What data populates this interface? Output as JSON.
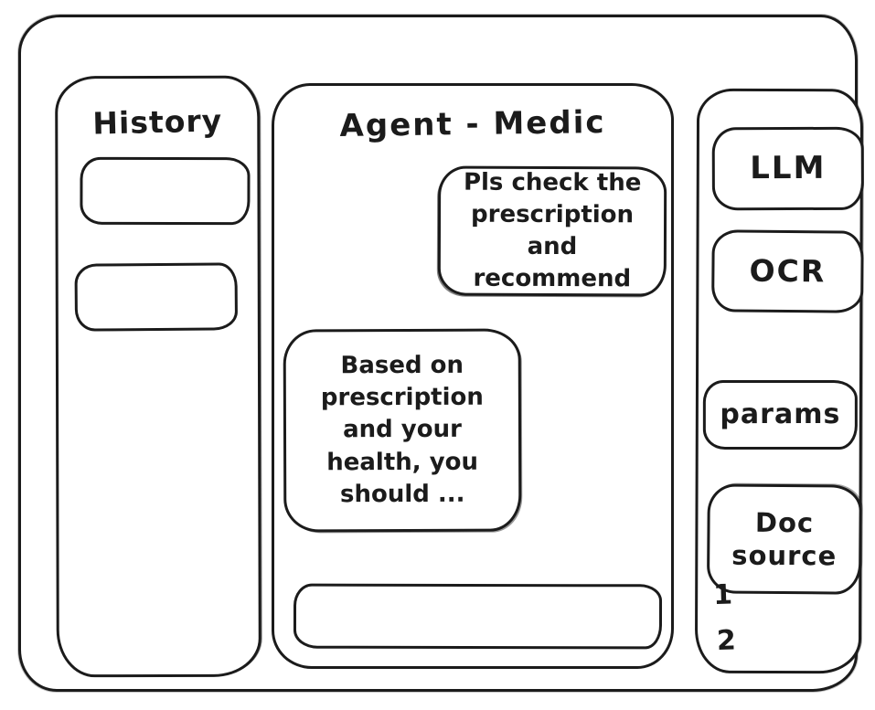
{
  "sidebar_left": {
    "title": "History",
    "items": [
      {
        "label": ""
      },
      {
        "label": ""
      }
    ]
  },
  "chat": {
    "title": "Agent - Medic",
    "messages": [
      {
        "role": "user",
        "text": "Pls check the prescription and recommend"
      },
      {
        "role": "agent",
        "text": "Based on prescription and your health, you should ..."
      }
    ],
    "input": {
      "value": "",
      "placeholder": ""
    }
  },
  "sidebar_right": {
    "buttons": [
      {
        "label": "LLM"
      },
      {
        "label": "OCR"
      },
      {
        "label": "params"
      },
      {
        "label": "Doc source"
      }
    ],
    "doc_source_items": [
      "1",
      "2"
    ]
  },
  "colors": {
    "stroke": "#1b1b1b",
    "background": "#ffffff"
  }
}
